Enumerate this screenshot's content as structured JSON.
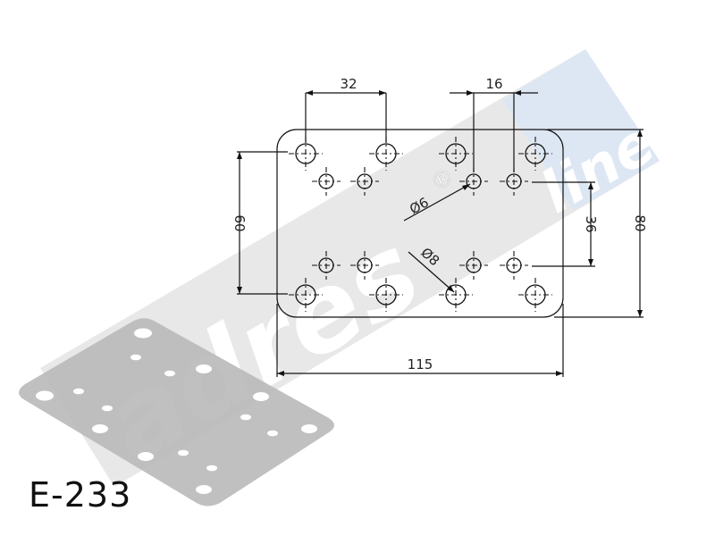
{
  "product_code": "E-233",
  "watermark": {
    "brand": "adres",
    "registered": "®",
    "suffix": "line",
    "colors": {
      "band": "#e6e6e6",
      "accent": "#dce7f4"
    }
  },
  "dimensions": {
    "large_hole_pitch": "32",
    "small_hole_pitch": "16",
    "large_row_spacing": "60",
    "small_row_spacing": "36",
    "height": "80",
    "width": "115",
    "small_hole_diameter": "Ø6",
    "large_hole_diameter": "Ø8"
  },
  "colors": {
    "plate": "#b9b9b9",
    "line": "#111111"
  }
}
